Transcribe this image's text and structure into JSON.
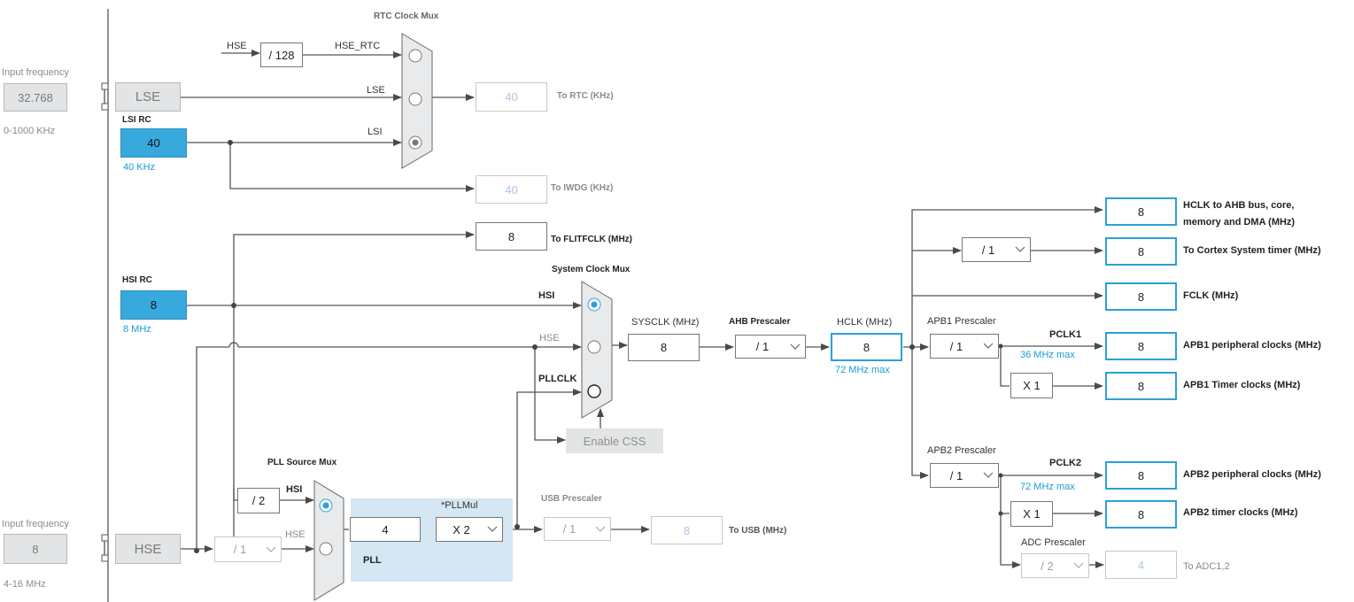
{
  "labels": {
    "input_freq_top": "Input frequency",
    "input_freq_bottom": "Input frequency",
    "lse_range": "0-1000 KHz",
    "hse_range": "4-16 MHz",
    "rtc_mux": "RTC Clock Mux",
    "sys_mux": "System Clock Mux",
    "pll_mux": "PLL Source Mux",
    "lsi_rc": "LSI RC",
    "lsi_freq": "40 KHz",
    "hsi_rc": "HSI RC",
    "hsi_freq": "8 MHz",
    "hse_in_rtc": "HSE",
    "hse_rtc": "HSE_RTC",
    "lse_line": "LSE",
    "lsi_line": "LSI",
    "to_rtc": "To RTC (KHz)",
    "to_iwdg": "To IWDG (KHz)",
    "to_flitf": "To FLITFCLK (MHz)",
    "hsi_line": "HSI",
    "hse_line": "HSE",
    "pllclk_line": "PLLCLK",
    "sysclk": "SYSCLK (MHz)",
    "ahb_presc": "AHB Prescaler",
    "hclk": "HCLK (MHz)",
    "hclk_max": "72 MHz max",
    "apb1_presc": "APB1 Prescaler",
    "pclk1": "PCLK1",
    "pclk1_max": "36 MHz max",
    "apb2_presc": "APB2 Prescaler",
    "pclk2": "PCLK2",
    "pclk2_max": "72 MHz max",
    "adc_presc": "ADC Prescaler",
    "pll_hsi": "HSI",
    "pll_hse": "HSE",
    "pllmul": "*PLLMul",
    "pll": "PLL",
    "usb_presc": "USB Prescaler",
    "to_usb": "To USB (MHz)",
    "out_hclk_1": "HCLK to AHB bus, core,",
    "out_hclk_2": "memory and DMA (MHz)",
    "out_cortex": "To Cortex System timer (MHz)",
    "out_fclk": "FCLK (MHz)",
    "out_apb1_periph": "APB1 peripheral clocks (MHz)",
    "out_apb1_timer": "APB1 Timer clocks (MHz)",
    "out_apb2_periph": "APB2 peripheral clocks (MHz)",
    "out_apb2_timer": "APB2 timer clocks (MHz)",
    "to_adc": "To ADC1,2"
  },
  "values": {
    "lse_input": "32.768",
    "hse_input": "8",
    "lse": "LSE",
    "hse": "HSE",
    "lsi": "40",
    "hsi": "8",
    "div128": "/ 128",
    "rtc": "40",
    "iwdg": "40",
    "flitf": "8",
    "sysclk": "8",
    "hclk": "8",
    "pll_div2": "/ 2",
    "pll_in": "4",
    "apb1_timer_mul": "X 1",
    "apb2_timer_mul": "X 1",
    "usb": "8",
    "adc": "4",
    "out_hclk": "8",
    "out_cortex": "8",
    "out_fclk": "8",
    "out_apb1_periph": "8",
    "out_apb1_timer": "8",
    "out_apb2_periph": "8",
    "out_apb2_timer": "8",
    "enable_css": "Enable CSS"
  },
  "dropdowns": {
    "ahb": "/ 1",
    "cortex": "/ 1",
    "apb1": "/ 1",
    "apb2": "/ 1",
    "hse_pre": "/ 1",
    "pllmul": "X 2",
    "usb": "/ 1",
    "adc": "/ 2"
  },
  "mux_selection": {
    "rtc": "LSI",
    "system": "HSI",
    "pll_source": "HSI"
  },
  "colors": {
    "accent": "#2c9fd8",
    "active_source": "#38a9dd",
    "pll_area": "#d6e7f4",
    "disabled": "#e2e4e6"
  }
}
